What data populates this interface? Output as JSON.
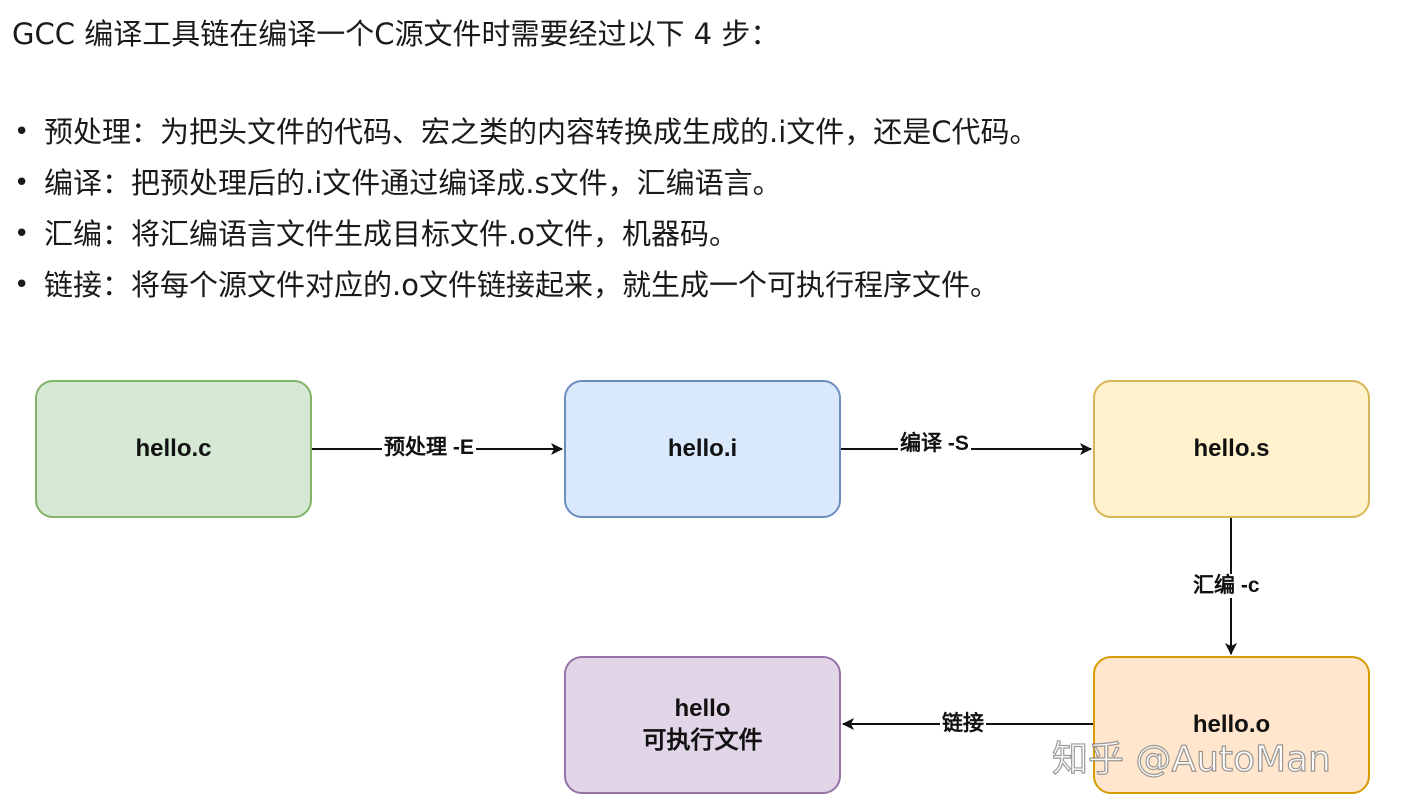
{
  "intro": "GCC 编译工具链在编译一个C源文件时需要经过以下 4 步：",
  "steps": [
    {
      "bullet": "•",
      "text": "预处理：为把头文件的代码、宏之类的内容转换成生成的.i文件，还是C代码。"
    },
    {
      "bullet": "•",
      "text": "编译：把预处理后的.i文件通过编译成.s文件，汇编语言。"
    },
    {
      "bullet": "•",
      "text": "汇编：将汇编语言文件生成目标文件.o文件，机器码。"
    },
    {
      "bullet": "•",
      "text": "链接：将每个源文件对应的.o文件链接起来，就生成一个可执行程序文件。"
    }
  ],
  "diagram": {
    "nodes": {
      "source": {
        "label": "hello.c",
        "fill": "#d5e8d4",
        "stroke": "#82b366"
      },
      "preprocessed": {
        "label": "hello.i",
        "fill": "#dae8fc",
        "stroke": "#6c8ebf"
      },
      "assembly": {
        "label": "hello.s",
        "fill": "#fff2cc",
        "stroke": "#d6b656"
      },
      "object": {
        "label": "hello.o",
        "fill": "#ffe6cc",
        "stroke": "#d79b00"
      },
      "executable": {
        "line1": "hello",
        "line2": "可执行文件",
        "fill": "#e1d5e7",
        "stroke": "#9673a6"
      }
    },
    "edges": {
      "preprocess": "预处理 -E",
      "compile": "编译 -S",
      "assemble": "汇编 -c",
      "link": "链接"
    }
  },
  "watermark": "知乎 @AutoMan"
}
